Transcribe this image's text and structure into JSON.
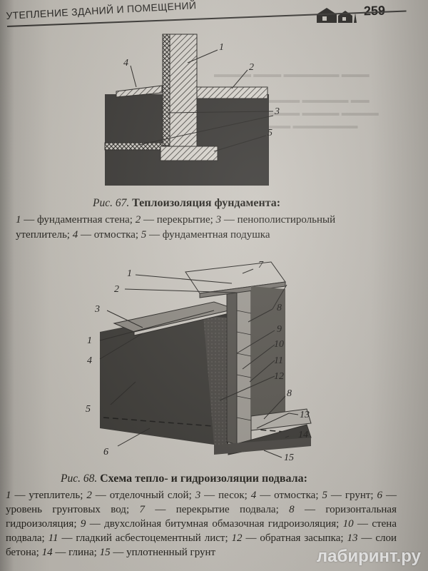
{
  "header": {
    "running_title": "УТЕПЛЕНИЕ ЗДАНИЙ И ПОМЕЩЕНИЙ",
    "page_number": "259",
    "icon": "house-icon"
  },
  "figure67": {
    "labels": [
      "1",
      "2",
      "3",
      "4",
      "5"
    ],
    "caption_prefix": "Рис. 67.",
    "caption_title": "Теплоизоляция фундамента:",
    "legend": [
      {
        "num": "1",
        "text": " — фундаментная стена; "
      },
      {
        "num": "2",
        "text": " — перекрытие; "
      },
      {
        "num": "3",
        "text": " — пенополистирольный утеплитель; "
      },
      {
        "num": "4",
        "text": " — отмостка; "
      },
      {
        "num": "5",
        "text": " — фундаментная подушка"
      }
    ]
  },
  "figure68": {
    "labels": [
      "1",
      "2",
      "3",
      "1",
      "4",
      "5",
      "6",
      "7",
      "8",
      "9",
      "10",
      "11",
      "12",
      "8",
      "13",
      "14",
      "15"
    ],
    "caption_prefix": "Рис. 68.",
    "caption_title": "Схема тепло- и гидроизоляции подвала:",
    "legend": [
      {
        "num": "1",
        "text": " — утеплитель; "
      },
      {
        "num": "2",
        "text": " — отделочный слой; "
      },
      {
        "num": "3",
        "text": " — песок; "
      },
      {
        "num": "4",
        "text": " — отмостка; "
      },
      {
        "num": "5",
        "text": " — грунт; "
      },
      {
        "num": "6",
        "text": " — уровень грунтовых вод; "
      },
      {
        "num": "7",
        "text": " — перекрытие подвала; "
      },
      {
        "num": "8",
        "text": " — горизонтальная гидроизоляция; "
      },
      {
        "num": "9",
        "text": " — двухслойная битумная обмазочная гидроизоляция; "
      },
      {
        "num": "10",
        "text": " — стена подвала; "
      },
      {
        "num": "11",
        "text": " — гладкий асбестоцементный лист; "
      },
      {
        "num": "12",
        "text": " — обратная засыпка; "
      },
      {
        "num": "13",
        "text": " — слои бетона; "
      },
      {
        "num": "14",
        "text": " — глина; "
      },
      {
        "num": "15",
        "text": " — уплотненный грунт"
      }
    ]
  },
  "watermark": "лабиринт.ру"
}
